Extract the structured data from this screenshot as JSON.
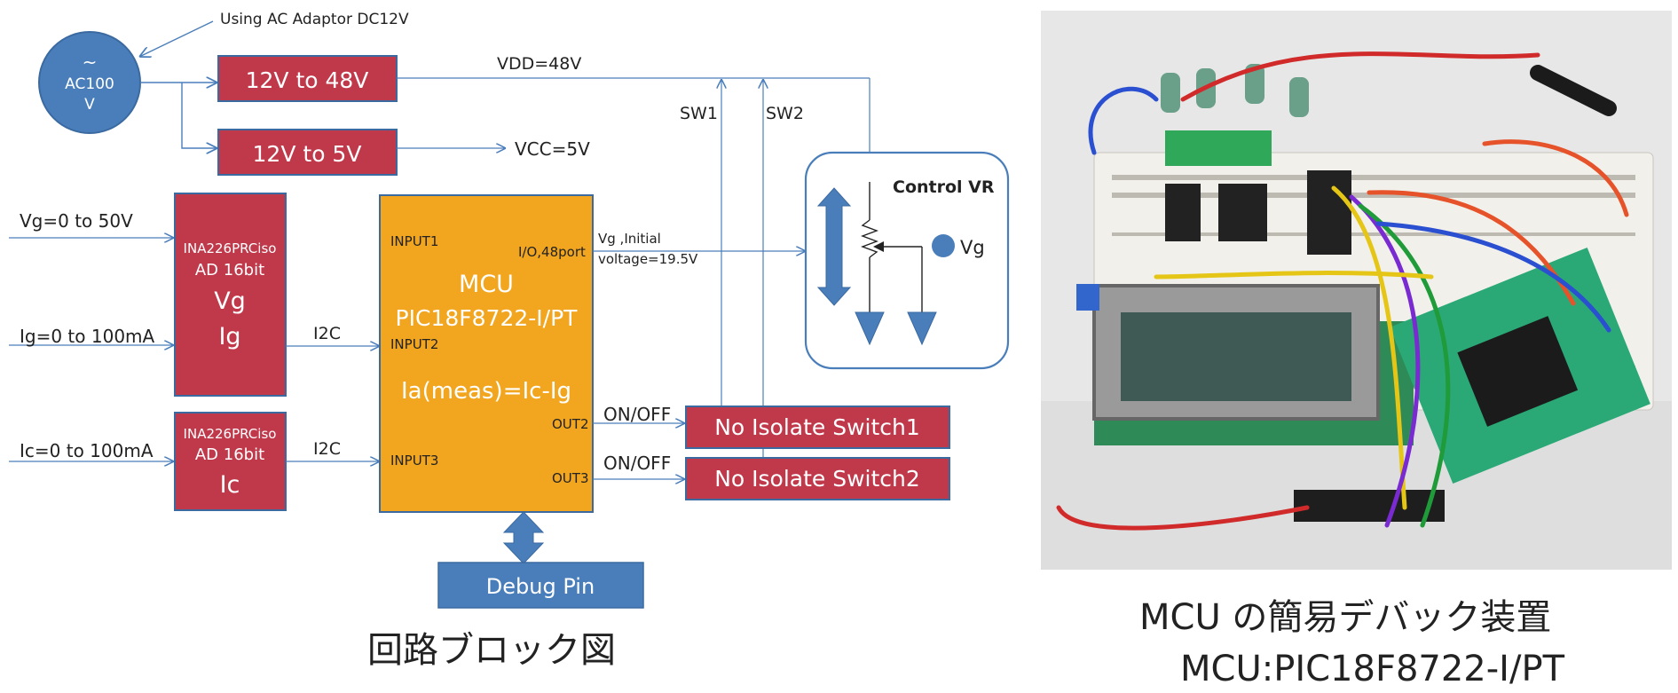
{
  "power": {
    "source": {
      "symbol": "~",
      "line1": "AC100",
      "line2": "V"
    },
    "adaptor_note": "Using AC Adaptor DC12V",
    "conv48": "12V to 48V",
    "conv5": "12V to 5V",
    "vdd": "VDD=48V",
    "vcc": "VCC=5V"
  },
  "inputs": {
    "vg": "Vg=0 to 50V",
    "ig": "Ig=0 to 100mA",
    "ic": "Ic=0 to 100mA"
  },
  "adc1": {
    "line1": "INA226PRCiso",
    "line2": "AD 16bit",
    "line3": "Vg",
    "line4": "Ig"
  },
  "adc2": {
    "line1": "INA226PRCiso",
    "line2": "AD 16bit",
    "line3": "Ic"
  },
  "i2c_label": "I2C",
  "mcu": {
    "title": "MCU",
    "part": "PIC18F8722-I/PT",
    "formula": "Ia(meas)=Ic-Ig",
    "input1": "INPUT1",
    "input2": "INPUT2",
    "input3": "INPUT3",
    "io_port": "I/O,48port",
    "out2": "OUT2",
    "out3": "OUT3"
  },
  "vg_note": {
    "line1": "Vg ,Initial",
    "line2": "voltage=19.5V"
  },
  "onoff": "ON/OFF",
  "switch1": "No Isolate Switch1",
  "switch2": "No Isolate Switch2",
  "sw1": "SW1",
  "sw2": "SW2",
  "control_vr": {
    "title": "Control VR",
    "vg": "Vg"
  },
  "debug": "Debug Pin",
  "captions": {
    "block_diagram": "回路ブロック図",
    "photo_line1": "MCU の簡易デバック装置",
    "photo_line2": "MCU:PIC18F8722-I/PT"
  },
  "colors": {
    "red_box": "#c0394b",
    "mcu": "#f2a61f",
    "blue": "#4a7ebb",
    "line": "#4a7ebb"
  }
}
